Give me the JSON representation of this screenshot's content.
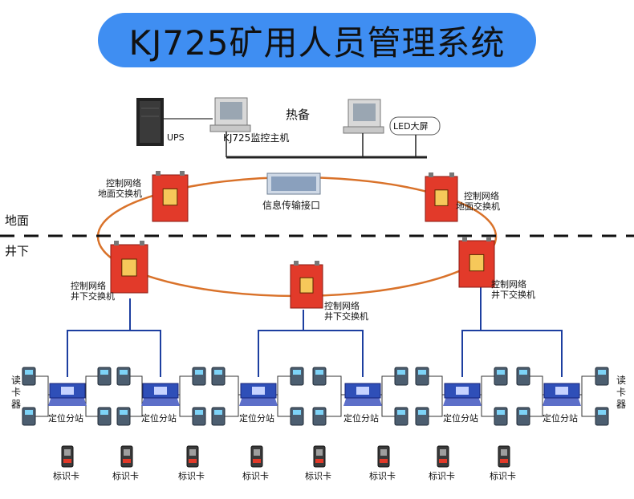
{
  "title": "KJ725矿用人员管理系统",
  "labels": {
    "ups": "UPS",
    "host": "KJ725监控主机",
    "hot_standby": "热备",
    "led": "LED大屏",
    "info_interface": "信息传输接口",
    "ground": "地面",
    "underground": "井下",
    "sw_name": "控制网络",
    "ground_switch": "地面交换机",
    "underground_switch": "井下交换机",
    "reader_chars": [
      "读",
      "卡",
      "器"
    ],
    "station": "定位分站",
    "tag": "标识卡"
  },
  "colors": {
    "title_bg": "#3f8ef2",
    "ring": "#d9722a",
    "link": "#1d3fa0",
    "switch_body": "#e23a2a",
    "station_body": "#2f4fb8"
  }
}
